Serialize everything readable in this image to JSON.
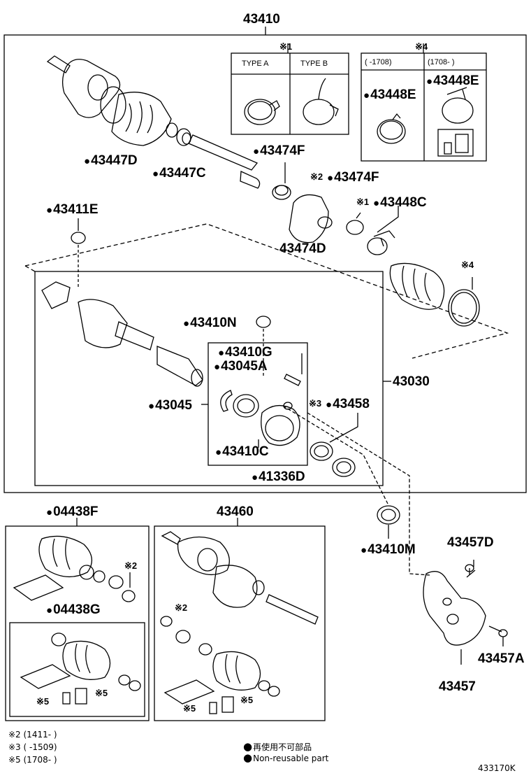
{
  "labels": {
    "assy_main": "43410",
    "p43447D": "43447D",
    "p43447C": "43447C",
    "p43474F_a": "43474F",
    "p43474F_b": "43474F",
    "p43474D": "43474D",
    "p43448C": "43448C",
    "p43411E": "43411E",
    "p43410N": "43410N",
    "p43410G": "43410G",
    "p43045A": "43045A",
    "p43045": "43045",
    "p43030": "43030",
    "p43458": "43458",
    "p43410C": "43410C",
    "p41336D": "41336D",
    "p04438F": "04438F",
    "p43460": "43460",
    "p43410M": "43410M",
    "p43457D": "43457D",
    "p04438G": "04438G",
    "p43457A": "43457A",
    "p43457": "43457",
    "p43448E_a": "43448E",
    "p43448E_b": "43448E",
    "diagram_id": "433170K"
  },
  "notes": {
    "n1": "※1",
    "n2": "※2",
    "n3": "※3",
    "n4": "※4",
    "n5": "※5"
  },
  "type_table": {
    "type_a": "TYPE A",
    "type_b": "TYPE B",
    "range1": "(      -1708)",
    "range2": "(1708-        )"
  },
  "legend": {
    "note2": "※2 (1411-        )",
    "note3": "※3 (        -1509)",
    "note5": "※5 (1708-        )",
    "reusable_jp": "再使用不可部品",
    "reusable_en": "Non-reusable part"
  }
}
